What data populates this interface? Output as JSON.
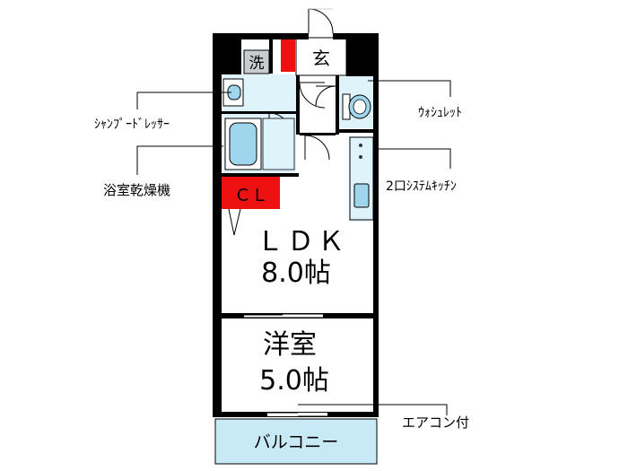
{
  "rooms": {
    "washer": "洗",
    "entrance": "玄",
    "closet": "ＣＬ",
    "ldk_name": "ＬＤＫ",
    "ldk_size": "8.0帖",
    "bedroom_name": "洋室",
    "bedroom_size": "5.0帖",
    "balcony": "バルコニー"
  },
  "callouts": {
    "shampoo_dresser": "ｼｬﾝﾌﾟｰﾄﾞﾚｯｻｰ",
    "bathroom_dryer": "浴室乾燥機",
    "washlet": "ｳｫｼｭﾚｯﾄ",
    "kitchen": "2口ｼｽﾃﾑｷｯﾁﾝ",
    "air_conditioner": "エアコン付"
  },
  "colors": {
    "wall": "#000000",
    "wet_area": "#dff3fb",
    "fixture": "#9fd6ec",
    "closet": "#ee1111",
    "balcony": "#c8eaf6",
    "washer": "#c8ccd0"
  }
}
